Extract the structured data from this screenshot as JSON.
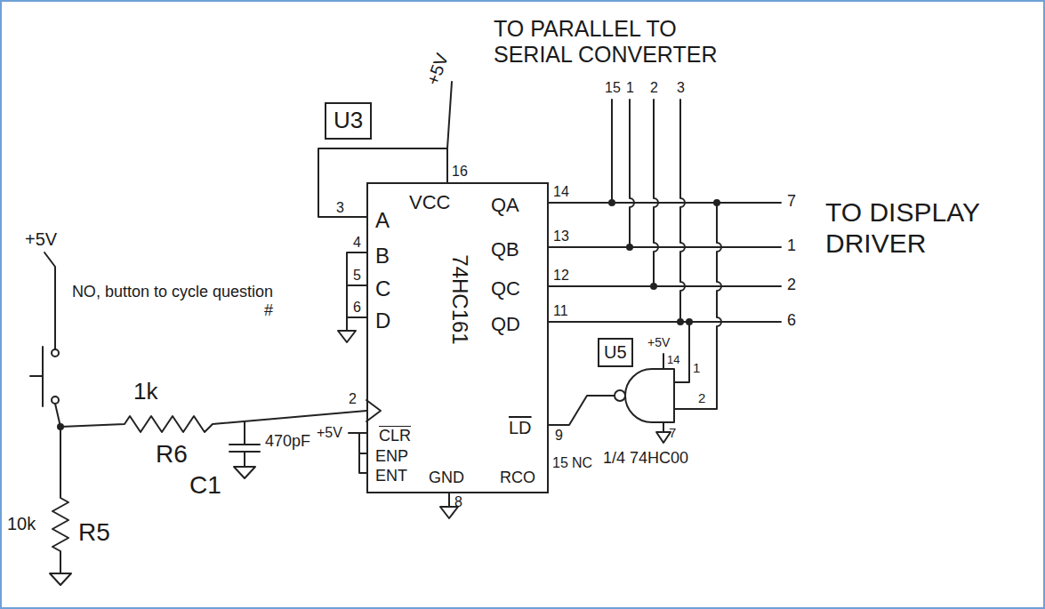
{
  "diagram": {
    "nodes": [
      {
        "text": [
          "U3"
        ]
      },
      {
        "text": [
          "VCC",
          "A",
          "QA",
          "B",
          "QB",
          "C",
          "QC",
          "D",
          "QD",
          "74HC161",
          "LD",
          "CLR",
          "ENP",
          "ENT",
          "GND",
          "RCO"
        ]
      },
      {
        "text": [
          "U5"
        ]
      }
    ],
    "labels": [
      "TO PARALLEL TO SERIAL CONVERTER",
      "+5V",
      "15",
      "1",
      "2",
      "3",
      "16",
      "14",
      "13",
      "12",
      "11",
      "7",
      "1",
      "2",
      "6",
      "TO DISPLAY DRIVER",
      "3",
      "4",
      "5",
      "6",
      "2",
      "+5V",
      "9",
      "15",
      "NC",
      "8",
      "+5V",
      "14",
      "1",
      "2",
      "7",
      "1/4 74HC00",
      "+5V",
      "NO, button to cycle question #",
      "1k",
      "R6",
      "470pF",
      "C1",
      "10k",
      "R5"
    ]
  }
}
